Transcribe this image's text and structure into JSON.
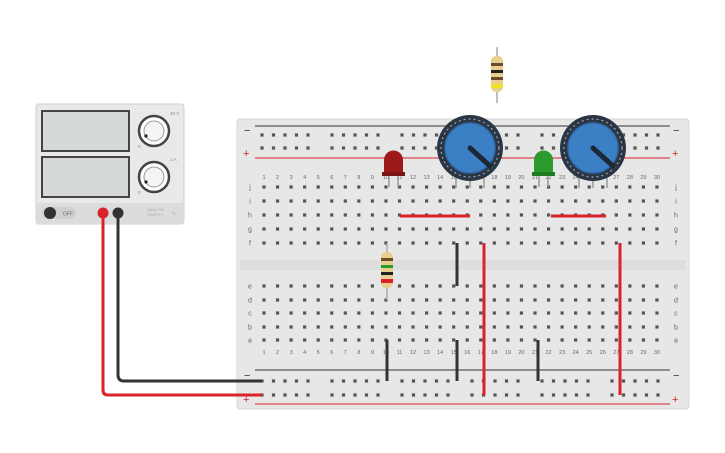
{
  "power_supply": {
    "switch_label": "OFF",
    "knob1_labels": [
      "30 V",
      "0"
    ],
    "knob2_labels": [
      "1 A",
      "0"
    ],
    "brand_line1": "ANALOG",
    "brand_line2": "SUPPLY"
  },
  "breadboard": {
    "rail_plus": "+",
    "rail_minus": "−",
    "column_count": 30,
    "top_rows": [
      "j",
      "i",
      "h",
      "g",
      "f"
    ],
    "bottom_rows": [
      "e",
      "d",
      "c",
      "b",
      "a"
    ]
  },
  "colors": {
    "wire_red": "#d9222a",
    "wire_black": "#333333",
    "led_red": "#9e1a1a",
    "led_green": "#2c9a2c",
    "pot_blue": "#3b7fc4",
    "board": "#e6e6e6"
  },
  "components": {
    "pots": [
      "potentiometer-1",
      "potentiometer-2"
    ],
    "leds": [
      "red-led",
      "green-led"
    ],
    "resistors": [
      "resistor-floating",
      "resistor-on-board"
    ]
  }
}
